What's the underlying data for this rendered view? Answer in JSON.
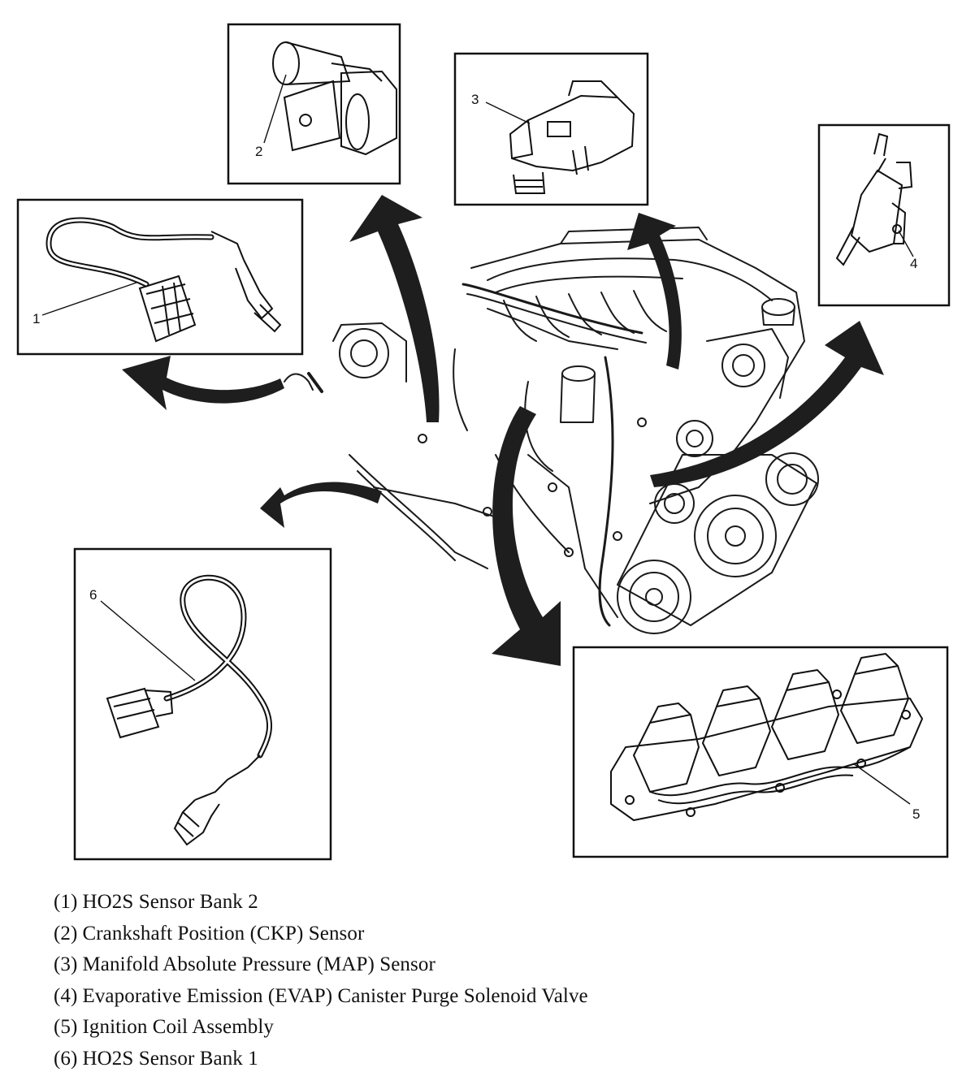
{
  "callouts": {
    "c1": "1",
    "c2": "2",
    "c3": "3",
    "c4": "4",
    "c5": "5",
    "c6": "6"
  },
  "legend": [
    {
      "num": "(1)",
      "label": "HO2S Sensor Bank 2"
    },
    {
      "num": "(2)",
      "label": "Crankshaft Position (CKP) Sensor"
    },
    {
      "num": "(3)",
      "label": "Manifold Absolute Pressure (MAP) Sensor"
    },
    {
      "num": "(4)",
      "label": "Evaporative Emission (EVAP) Canister Purge Solenoid Valve"
    },
    {
      "num": "(5)",
      "label": "Ignition Coil Assembly"
    },
    {
      "num": "(6)",
      "label": "HO2S Sensor Bank 1"
    }
  ],
  "colors": {
    "ink": "#111111",
    "arrow": "#1e1e1e",
    "paper": "#ffffff"
  }
}
